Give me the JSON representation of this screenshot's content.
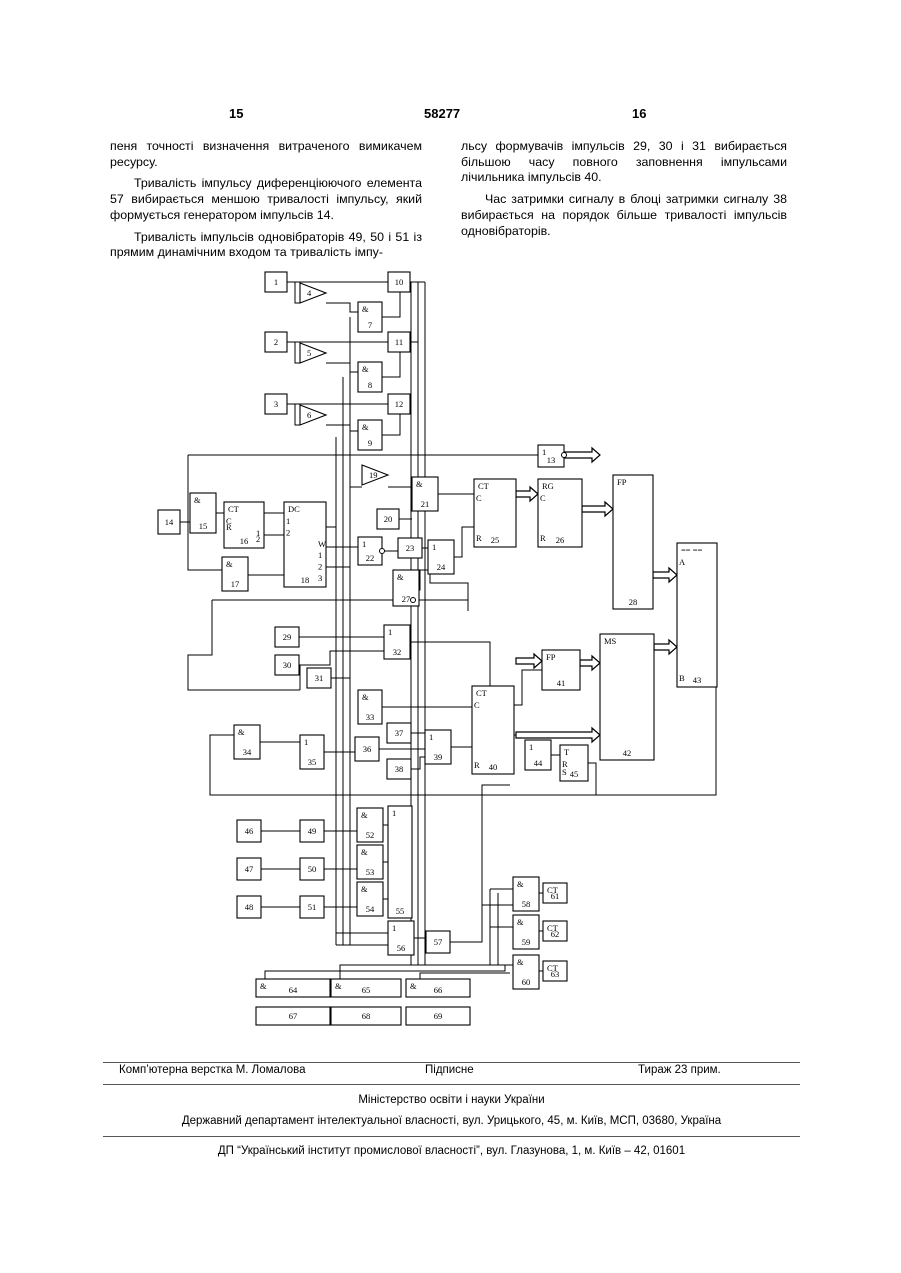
{
  "header": {
    "page_left": "15",
    "patent_no": "58277",
    "page_right": "16"
  },
  "left_column": [
    "пеня точності визначення витраченого вимикачем ресурсу.",
    "Тривалість імпульсу диференціюючого елемента 57 вибирається меншою тривалості імпульсу, який формується генератором імпульсів 14.",
    "Тривалість імпульсів одновібраторів 49, 50 і 51 із прямим динамічним входом та тривалість імпу-"
  ],
  "right_column": [
    "льсу формувачів імпульсів 29, 30 і 31 вибирається більшою часу повного заповнення імпульсами лічильника імпульсів 40.",
    "Час затримки сигналу в блоці затримки сигналу 38 вибирається на порядок більше тривалості імпульсів одновібраторів."
  ],
  "diagram": {
    "blocks": [
      {
        "id": "b1",
        "num": "1"
      },
      {
        "id": "b2",
        "num": "2"
      },
      {
        "id": "b3",
        "num": "3"
      },
      {
        "id": "b10",
        "num": "10"
      },
      {
        "id": "b11",
        "num": "11"
      },
      {
        "id": "b12",
        "num": "12"
      },
      {
        "id": "b7",
        "sym": "&",
        "num": "7"
      },
      {
        "id": "b8",
        "sym": "&",
        "num": "8"
      },
      {
        "id": "b9",
        "sym": "&",
        "num": "9"
      },
      {
        "id": "b13",
        "sym": "1",
        "num": "13"
      },
      {
        "id": "b14",
        "num": "14"
      },
      {
        "id": "b15",
        "sym": "&",
        "num": "15"
      },
      {
        "id": "b16",
        "sym": "CT",
        "num": "16",
        "pins": [
          "C",
          "R",
          "1",
          "2"
        ]
      },
      {
        "id": "b18",
        "sym": "DC",
        "num": "18",
        "pins": [
          "1",
          "2",
          "W",
          "1",
          "2",
          "3"
        ]
      },
      {
        "id": "b17",
        "sym": "&",
        "num": "17"
      },
      {
        "id": "b20",
        "num": "20"
      },
      {
        "id": "b21",
        "sym": "&",
        "num": "21"
      },
      {
        "id": "b22",
        "sym": "1",
        "num": "22"
      },
      {
        "id": "b23",
        "num": "23"
      },
      {
        "id": "b24",
        "sym": "1",
        "num": "24"
      },
      {
        "id": "b27",
        "sym": "&",
        "num": "27"
      },
      {
        "id": "b25",
        "sym": "CT",
        "num": "25",
        "pins": [
          "C",
          "R"
        ]
      },
      {
        "id": "b26",
        "sym": "RG",
        "num": "26",
        "pins": [
          "C",
          "R"
        ]
      },
      {
        "id": "b28",
        "sym": "FP",
        "num": "28"
      },
      {
        "id": "b43",
        "sym": "== ==",
        "num": "43",
        "pins": [
          "A",
          "B"
        ]
      },
      {
        "id": "b29",
        "num": "29"
      },
      {
        "id": "b30",
        "num": "30"
      },
      {
        "id": "b31",
        "num": "31"
      },
      {
        "id": "b32",
        "sym": "1",
        "num": "32"
      },
      {
        "id": "b33",
        "sym": "&",
        "num": "33"
      },
      {
        "id": "b34",
        "sym": "&",
        "num": "34"
      },
      {
        "id": "b35",
        "sym": "1",
        "num": "35"
      },
      {
        "id": "b36",
        "num": "36"
      },
      {
        "id": "b37",
        "num": "37"
      },
      {
        "id": "b38",
        "num": "38"
      },
      {
        "id": "b39",
        "sym": "1",
        "num": "39"
      },
      {
        "id": "b40",
        "sym": "CT",
        "num": "40",
        "pins": [
          "C",
          "R"
        ]
      },
      {
        "id": "b41",
        "sym": "FP",
        "num": "41"
      },
      {
        "id": "b42",
        "sym": "MS",
        "num": "42"
      },
      {
        "id": "b44",
        "sym": "1",
        "num": "44"
      },
      {
        "id": "b45",
        "sym": "T",
        "num": "45",
        "pins": [
          "R",
          "S"
        ]
      },
      {
        "id": "b46",
        "num": "46"
      },
      {
        "id": "b47",
        "num": "47"
      },
      {
        "id": "b48",
        "num": "48"
      },
      {
        "id": "b49",
        "num": "49"
      },
      {
        "id": "b50",
        "num": "50"
      },
      {
        "id": "b51",
        "num": "51"
      },
      {
        "id": "b52",
        "sym": "&",
        "num": "52"
      },
      {
        "id": "b53",
        "sym": "&",
        "num": "53"
      },
      {
        "id": "b54",
        "sym": "&",
        "num": "54"
      },
      {
        "id": "b55",
        "sym": "1",
        "num": "55"
      },
      {
        "id": "b56",
        "sym": "1",
        "num": "56"
      },
      {
        "id": "b57",
        "num": "57"
      },
      {
        "id": "b58",
        "sym": "&",
        "num": "58"
      },
      {
        "id": "b59",
        "sym": "&",
        "num": "59"
      },
      {
        "id": "b60",
        "sym": "&",
        "num": "60"
      },
      {
        "id": "b61",
        "sym": "CT",
        "num": "61"
      },
      {
        "id": "b62",
        "sym": "CT",
        "num": "62"
      },
      {
        "id": "b63",
        "sym": "CT",
        "num": "63"
      },
      {
        "id": "b64",
        "sym": "&",
        "num": "64"
      },
      {
        "id": "b65",
        "sym": "&",
        "num": "65"
      },
      {
        "id": "b66",
        "sym": "&",
        "num": "66"
      },
      {
        "id": "b67",
        "num": "67"
      },
      {
        "id": "b68",
        "num": "68"
      },
      {
        "id": "b69",
        "num": "69"
      }
    ],
    "amplifiers": [
      {
        "num": "4"
      },
      {
        "num": "5"
      },
      {
        "num": "6"
      },
      {
        "num": "19"
      }
    ]
  },
  "footer": {
    "composer": "Комп’ютерна верстка М. Ломалова",
    "signed": "Підписне",
    "circulation": "Тираж 23 прим.",
    "ministry": "Міністерство освіти і науки України",
    "department": "Державний департамент інтелектуальної власності, вул. Урицького, 45, м. Київ, МСП, 03680, Україна",
    "institute": "ДП “Український інститут промислової власності”, вул. Глазунова, 1, м. Київ – 42, 01601"
  }
}
